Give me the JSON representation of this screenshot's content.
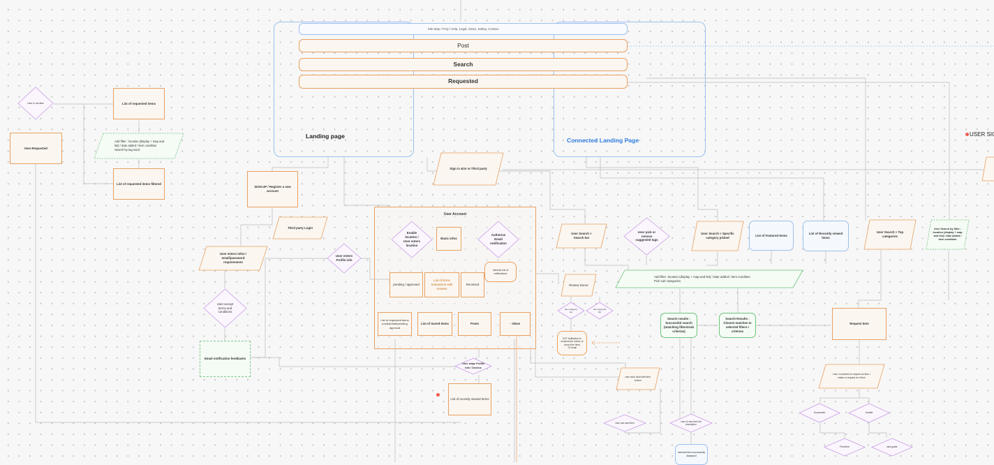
{
  "nav": {
    "sitemap": "Site Map / FAQ / Help, Legal, Abotu, Safety, Contact",
    "post": "Post",
    "search": "Search",
    "requested": "Requested"
  },
  "frames": {
    "landing": "Landing page",
    "connected": "Connected Landing Page",
    "user_account": "User Account"
  },
  "nodes": {
    "diamond_left": "User is not able",
    "item_requested": "Item Requested",
    "list_requested": "List of requested items",
    "add_filter_left": "Add filter : location (display + map and list) / date added / item condition\nSearch by tag word",
    "list_requested_filtered": "List of requested items filtered",
    "signup": "SIGN UP / Register a new account",
    "third_party_login": "Third party Login",
    "sign_in_third": "Sign in &/or w Third party",
    "user_enters_info": "User enters infos / email/password requirements",
    "user_accept": "User accept terms and conditions",
    "email_notification": "Email notification feedbacks",
    "user_enters_profile": "User enters Profile info",
    "enable_location": "Enable location / User enters location",
    "basic_infos": "Basic infos",
    "authorize_email": "Authorise Email notification",
    "internal_list": "Internal List of notifications",
    "pending_approved": "pending / approved",
    "list_items_reviews": "List of items transaction with reviews",
    "received": "Received",
    "list_requested_posted": "List of requested items posted/draft/pending approval",
    "list_saved": "List of Saved Items",
    "posts": "Posts",
    "inbox": "- Inbox",
    "user_skips": "User skips Profile info / Decline",
    "recently_viewed_bottom": "List of recently viewed Items",
    "user_search_bar": "User Search > Search bar",
    "user_pick": "User pick or remove suggested tags",
    "user_search_specific": "User Search > Specific category picked",
    "featured": "List of Featured Items",
    "recently_viewed": "List of Recently viewed items",
    "top_categories": "User Search > Top categories",
    "search_filter": "User Search by filter : location (display + map and list) / date added / item condition",
    "add_filter_wide": "Add filter :location (display + map and list) / date added / item condition\nPick sub categories",
    "review_donor": "Review Donor",
    "diamond_d1": "Item category fits",
    "diamond_d2": "Item approval OK",
    "dot_notification": "DOT Notification to recipient (for review, to correct the Item)\nTO email",
    "search_results": "Search results : Successful search (matching filters/sub criterias)",
    "search_results_closest": "Search Results : Closest matches to selected filters / criterias",
    "request_item": "Request Item",
    "user_clicks_item": "user click 'deal with item' button",
    "user_connected": "User connected to request an item / makes a request for it then",
    "d_lose": "User can save item",
    "d_view": "User to view item full description",
    "selected_item": "selected item successfully displayed",
    "d_sub1": "Successful",
    "d_sub2": "Unable",
    "d_sub3": "Find item",
    "d_sub4": "add guide"
  },
  "annotations": {
    "user_sign": "USER SIG"
  },
  "colors": {
    "orange": "#e8a060",
    "blue": "#9cc0ee",
    "green": "#6cc57a",
    "purple": "#c79ae6",
    "wire": "#b9b9b9",
    "accent_text": "#2f7de0",
    "marker": "#ee5b4d"
  }
}
